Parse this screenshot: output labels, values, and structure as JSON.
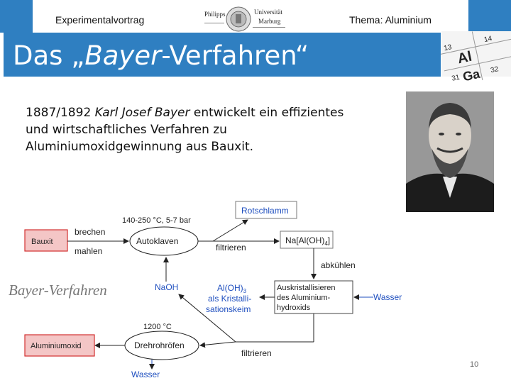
{
  "header": {
    "left_text": "Experimentalvortrag",
    "right_text": "Thema: Aluminium",
    "logo_left": "Philipps",
    "logo_right_top": "Universität",
    "logo_right_bottom": "Marburg"
  },
  "slide": {
    "title_prefix": "Das „",
    "title_italic": "Bayer",
    "title_suffix": "-Verfahren“",
    "intro_year": "1887/1892 ",
    "intro_person": "Karl Josef Bayer",
    "intro_rest": " entwickelt ein effizientes und wirtschaftliches Verfahren zu Aluminiumoxidgewinnung aus Bauxit.",
    "page_number": "10"
  },
  "periodic_table": [
    "13",
    "Al",
    "14",
    "31",
    "Ga",
    "32"
  ],
  "diagram": {
    "side_label": "Bayer-Verfahren",
    "bauxit": "Bauxit",
    "brechen": "brechen",
    "mahlen": "mahlen",
    "conditions_1": "140-250 °C, 5-7 bar",
    "autoklaven": "Autoklaven",
    "rotschlamm": "Rotschlamm",
    "filtrieren_1": "filtrieren",
    "aluminate_main": "Na[Al(OH)",
    "aluminate_sub": "4",
    "aluminate_end": "]",
    "abkuehlen": "abkühlen",
    "naoh": "NaOH",
    "seed_line1_main": "Al(OH)",
    "seed_line1_sub": "3",
    "seed_line2": "als Kristalli-",
    "seed_line3": "sationskeim",
    "crystallize_line1": "Auskristallisieren",
    "crystallize_line2": "des Aluminium-",
    "crystallize_line3": "hydroxids",
    "wasser_in": "Wasser",
    "conditions_2": "1200 °C",
    "aluminiumoxid": "Aluminiumoxid",
    "drehrohroefen": "Drehrohröfen",
    "filtrieren_2": "filtrieren",
    "wasser_out": "Wasser"
  },
  "colors": {
    "blue": "#2f7fc1",
    "red_box_fill": "#f4c6c6",
    "red_box_stroke": "#d32f2f",
    "blue_text": "#1f4fbf"
  }
}
